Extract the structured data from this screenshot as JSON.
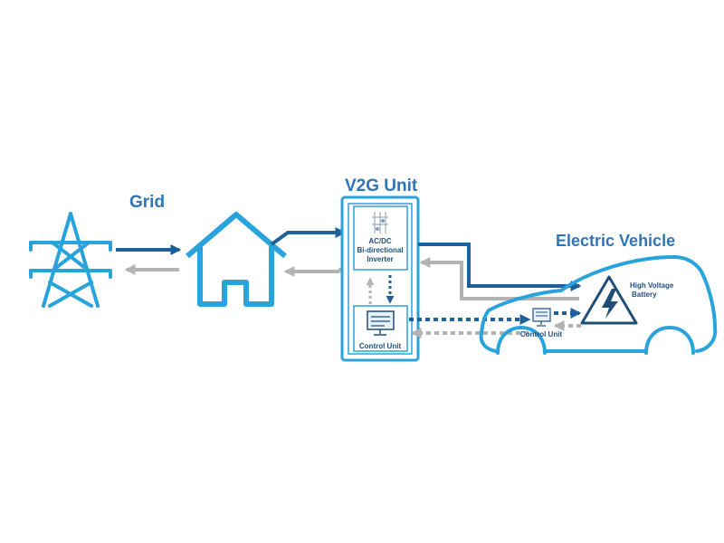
{
  "labels": {
    "grid": "Grid",
    "v2g_unit": "V2G Unit",
    "electric_vehicle": "Electric Vehicle",
    "inverter_line1": "AC/DC",
    "inverter_line2": "Bi-directional",
    "inverter_line3": "Inverter",
    "control_unit_station": "Control Unit",
    "control_unit_vehicle": "Control Unit",
    "battery_line1": "High Voltage",
    "battery_line2": "Battery"
  },
  "colors": {
    "primary_blue": "#29a3dc",
    "dark_blue": "#1f5f9a",
    "label_blue": "#2f75b5",
    "gray": "#b3b3b3"
  },
  "icons": [
    "transmission-tower-icon",
    "house-icon",
    "inverter-icon",
    "computer-icon",
    "battery-warning-icon",
    "car-outline-icon"
  ]
}
